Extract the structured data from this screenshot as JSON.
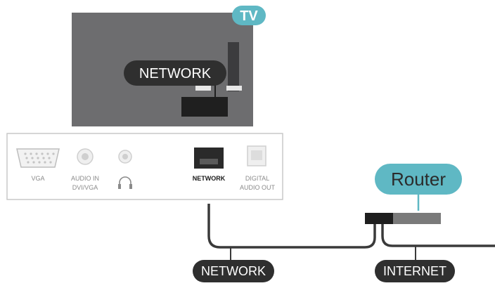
{
  "badges": {
    "tv": "TV",
    "tv_network_callout": "NETWORK",
    "router": "Router",
    "cable_network": "NETWORK",
    "cable_internet": "INTERNET"
  },
  "ports": {
    "vga": "VGA",
    "audio_in_line1": "AUDIO IN",
    "audio_in_line2": "DVI/VGA",
    "network": "NETWORK",
    "digital_audio_line1": "DIGITAL",
    "digital_audio_line2": "AUDIO OUT"
  },
  "colors": {
    "tv_body": "#6d6d6f",
    "panel_border": "#c9c9c9",
    "accent_teal": "#5fb8c4",
    "dark_pill": "#2f2f2f",
    "cable": "#3a3a3a",
    "router_body": "#7a7a7a",
    "router_port": "#1e1e1e"
  }
}
